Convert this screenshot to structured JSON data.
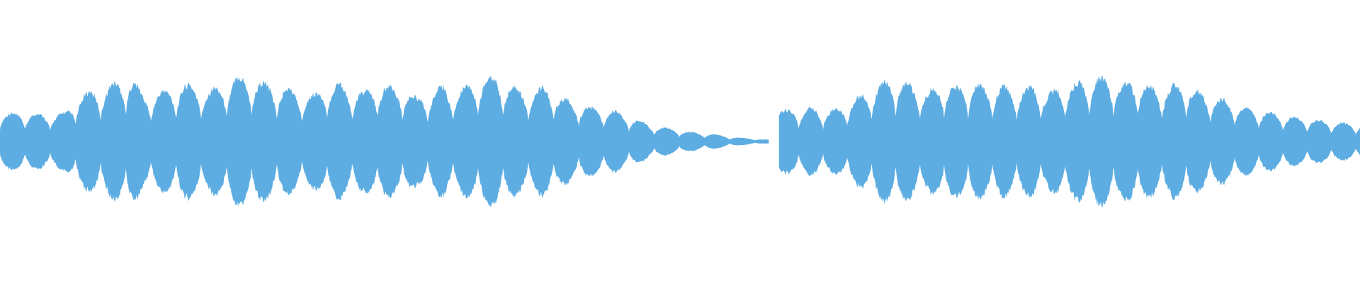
{
  "waveform": {
    "color": "#5dade2",
    "background": "#ffffff",
    "segments": [
      {
        "start": 0.0,
        "end": 0.565,
        "envelope": [
          0.26,
          0.24,
          0.25,
          0.24,
          0.23,
          0.25,
          0.38,
          0.44,
          0.46,
          0.52,
          0.58,
          0.4,
          0.42,
          0.45,
          0.5,
          0.48,
          0.44,
          0.49,
          0.55,
          0.57,
          0.52,
          0.48,
          0.46,
          0.42,
          0.4,
          0.47,
          0.51,
          0.44,
          0.43,
          0.5,
          0.47,
          0.45,
          0.38,
          0.41,
          0.48,
          0.42,
          0.49,
          0.55,
          0.57,
          0.5,
          0.44,
          0.43,
          0.49,
          0.38,
          0.34,
          0.31,
          0.28,
          0.27,
          0.23,
          0.18,
          0.14,
          0.12,
          0.1,
          0.08,
          0.07,
          0.06,
          0.04,
          0.03,
          0.02,
          0.015
        ],
        "period": 0.0185
      },
      {
        "start": 0.573,
        "end": 1.0,
        "envelope": [
          0.28,
          0.27,
          0.29,
          0.27,
          0.28,
          0.36,
          0.44,
          0.52,
          0.54,
          0.48,
          0.43,
          0.5,
          0.47,
          0.51,
          0.46,
          0.48,
          0.44,
          0.49,
          0.42,
          0.47,
          0.51,
          0.55,
          0.56,
          0.5,
          0.54,
          0.47,
          0.46,
          0.52,
          0.44,
          0.38,
          0.36,
          0.3,
          0.27,
          0.25,
          0.22,
          0.2,
          0.19,
          0.17,
          0.16,
          0.14
        ],
        "period": 0.0178
      }
    ]
  }
}
